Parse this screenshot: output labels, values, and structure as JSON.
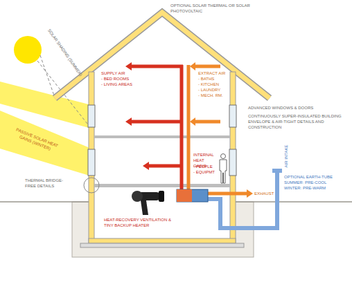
{
  "diagram": {
    "labels": [
      "OPTIONAL SOLAR THERMAL OR SOLAR PHOTOVOLTAIC",
      "SOLAR SHADING (SUMMER)",
      "PASSIVE SOLAR HEAT GAINS (WINTER)",
      "THERMAL BRIDGE-FREE DETAILS",
      "SUPPLY AIR",
      "- BED ROOMS",
      "- LIVING AREAS",
      "EXTRACT AIR",
      "- BATHS",
      "- KITCHEN",
      "- LAUNDRY",
      "- MECH. RM.",
      "ADVANCED WINDOWS & DOORS",
      "CONTINUOUSLY SUPER-INSULATED BUILDING ENVELOPE & AIR-TIGHT DETAILS AND CONSTRUCTION",
      "INTERNAL HEAT GAINS",
      "- PEOPLE",
      "- EQUIPMT",
      "AIR INTAKE",
      "OPTIONAL EARTH-TUBE",
      "SUMMER: PRE-COOL",
      "WINTER: PRE-WARM",
      "EXHAUST",
      "HEAT-RECOVERY VENTILATION & TINY BACKUP HEATER"
    ]
  }
}
